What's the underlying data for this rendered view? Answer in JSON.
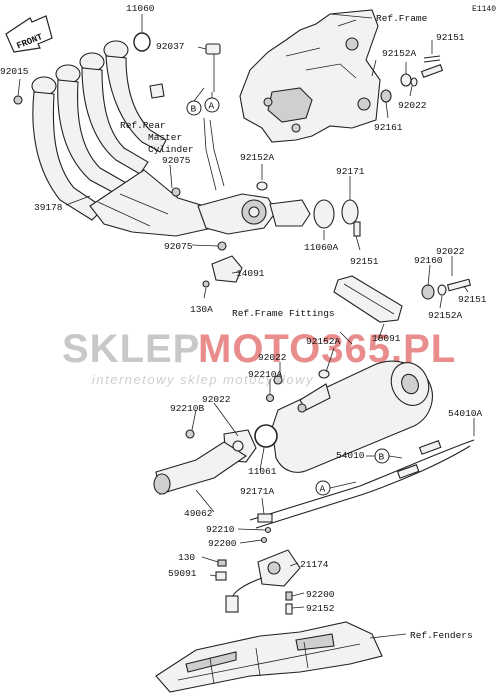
{
  "code": "E1140",
  "front_arrow": "FRONT",
  "refs": {
    "frame": "Ref.Frame",
    "rear_master_1": "Ref.Rear",
    "rear_master_2": "Master",
    "rear_master_3": "Cylinder",
    "frame_fittings": "Ref.Frame Fittings",
    "fenders": "Ref.Fenders"
  },
  "callouts": {
    "a": "A",
    "b": "B"
  },
  "watermark": {
    "brand_left": "SKLEP",
    "brand_right": "MOTO365.PL",
    "tagline": "internetowy sklep motocyklowy",
    "color_left": "#c8c8c8",
    "color_right": "#e88c8c"
  },
  "parts": [
    {
      "id": "p11060",
      "label": "11060"
    },
    {
      "id": "p92015",
      "label": "92015"
    },
    {
      "id": "p92037",
      "label": "92037"
    },
    {
      "id": "p92075a",
      "label": "92075"
    },
    {
      "id": "p39178",
      "label": "39178"
    },
    {
      "id": "p92075b",
      "label": "92075"
    },
    {
      "id": "p14091",
      "label": "14091"
    },
    {
      "id": "p130a",
      "label": "130A"
    },
    {
      "id": "p92152a_1",
      "label": "92152A"
    },
    {
      "id": "p92171",
      "label": "92171"
    },
    {
      "id": "p11060a",
      "label": "11060A"
    },
    {
      "id": "p92151_1",
      "label": "92151"
    },
    {
      "id": "p92152a_2",
      "label": "92152A"
    },
    {
      "id": "p92151_2",
      "label": "92151"
    },
    {
      "id": "p92022_1",
      "label": "92022"
    },
    {
      "id": "p92161",
      "label": "92161"
    },
    {
      "id": "p92022_2",
      "label": "92022"
    },
    {
      "id": "p92160",
      "label": "92160"
    },
    {
      "id": "p92151_3",
      "label": "92151"
    },
    {
      "id": "p92152a_3",
      "label": "92152A"
    },
    {
      "id": "p92152a_4",
      "label": "92152A"
    },
    {
      "id": "p18091",
      "label": "18091"
    },
    {
      "id": "p92022_3",
      "label": "92022"
    },
    {
      "id": "p92210a",
      "label": "92210A"
    },
    {
      "id": "p92022_4",
      "label": "92022"
    },
    {
      "id": "p92210b",
      "label": "92210B"
    },
    {
      "id": "p11061",
      "label": "11061"
    },
    {
      "id": "p54010a",
      "label": "54010A"
    },
    {
      "id": "p54010",
      "label": "54010"
    },
    {
      "id": "p49062",
      "label": "49062"
    },
    {
      "id": "p92171a",
      "label": "92171A"
    },
    {
      "id": "p92210",
      "label": "92210"
    },
    {
      "id": "p92200_1",
      "label": "92200"
    },
    {
      "id": "p130",
      "label": "130"
    },
    {
      "id": "p59091",
      "label": "59091"
    },
    {
      "id": "p21174",
      "label": "21174"
    },
    {
      "id": "p92200_2",
      "label": "92200"
    },
    {
      "id": "p92152",
      "label": "92152"
    }
  ]
}
